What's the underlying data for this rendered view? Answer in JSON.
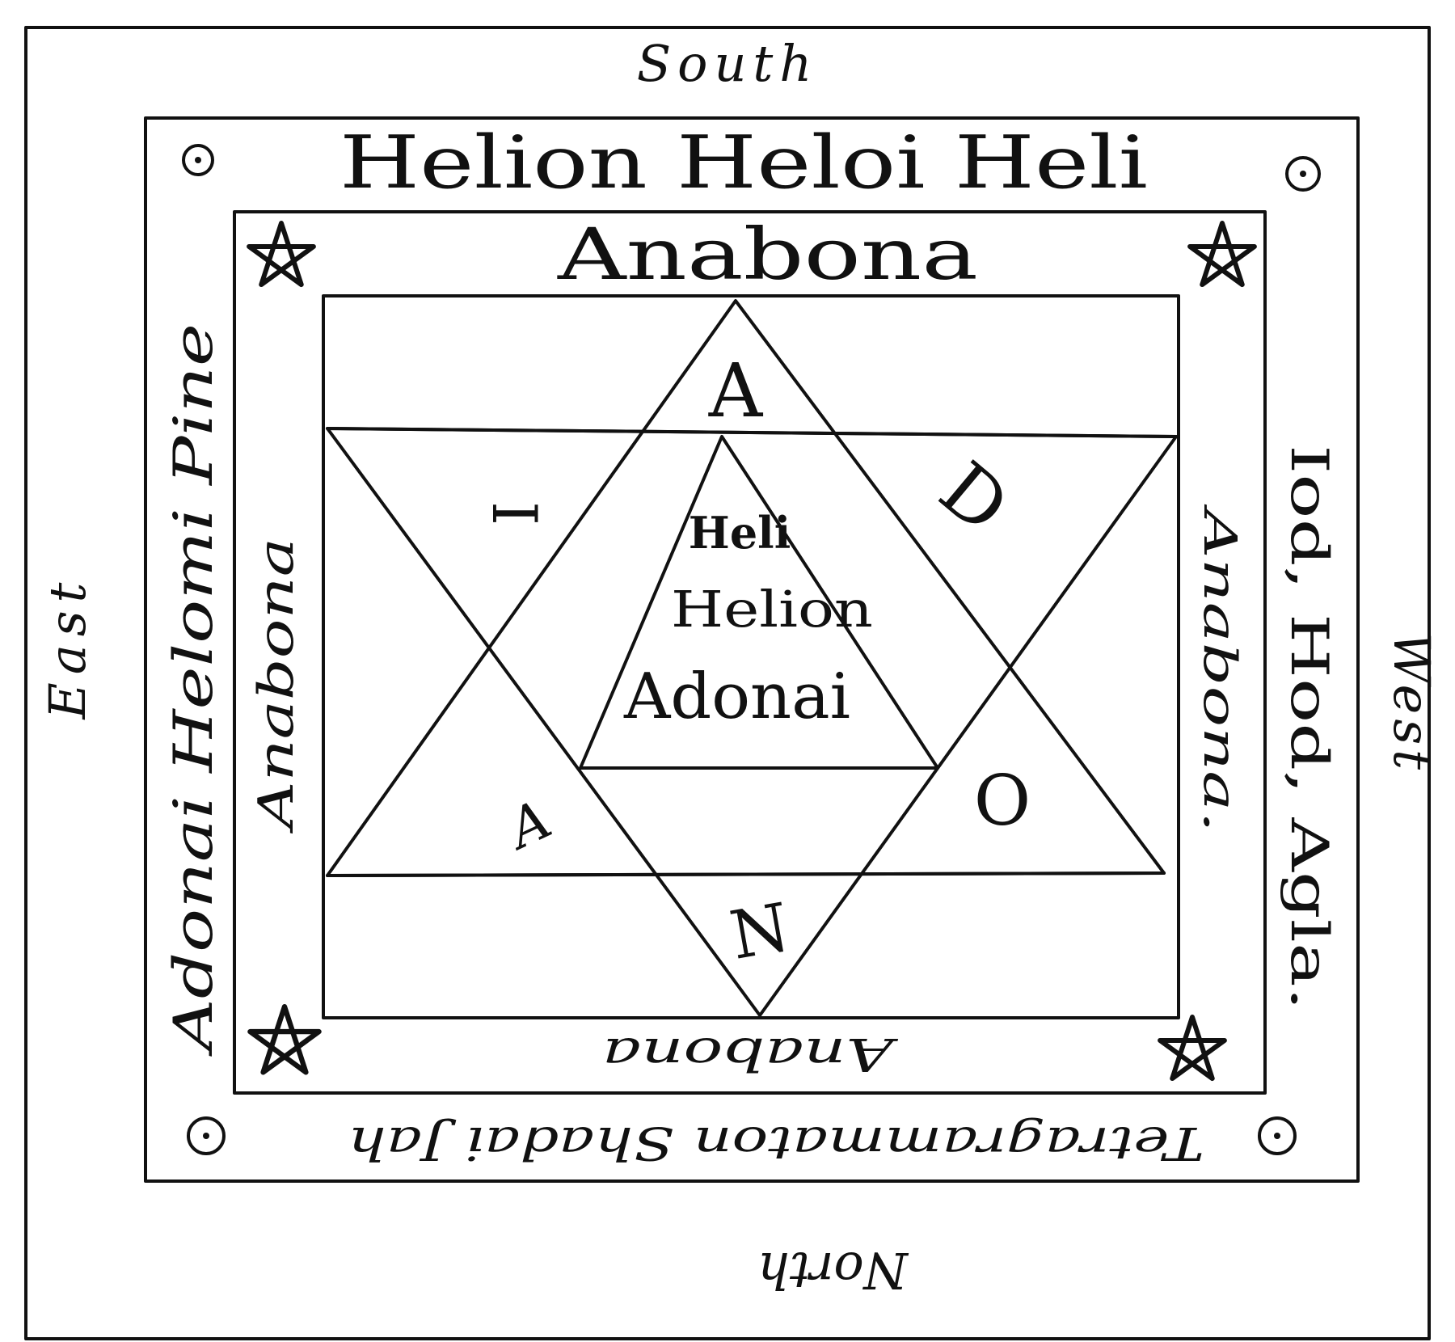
{
  "directions": {
    "south": "South",
    "north": "North",
    "east": "East",
    "west": "West"
  },
  "outer_band": {
    "top": "Helion Heloi Heli",
    "bottom": "Tetragrammaton Shadai Jah",
    "left": "Adonai Helomi Pine",
    "right": "Iod, Hod, Agla."
  },
  "inner_band": {
    "top": "Anabona",
    "bottom": "Anabona",
    "left": "Anabona",
    "right": "Anabona."
  },
  "star_letters": {
    "top": "A",
    "upper_right": "D",
    "lower_right": "O",
    "bottom": "N",
    "lower_left": "A",
    "upper_left": "I"
  },
  "center": {
    "line1": "Heli",
    "line2": "Helion",
    "line3": "Adonai"
  },
  "colors": {
    "ink": "#111111",
    "paper": "#ffffff"
  }
}
